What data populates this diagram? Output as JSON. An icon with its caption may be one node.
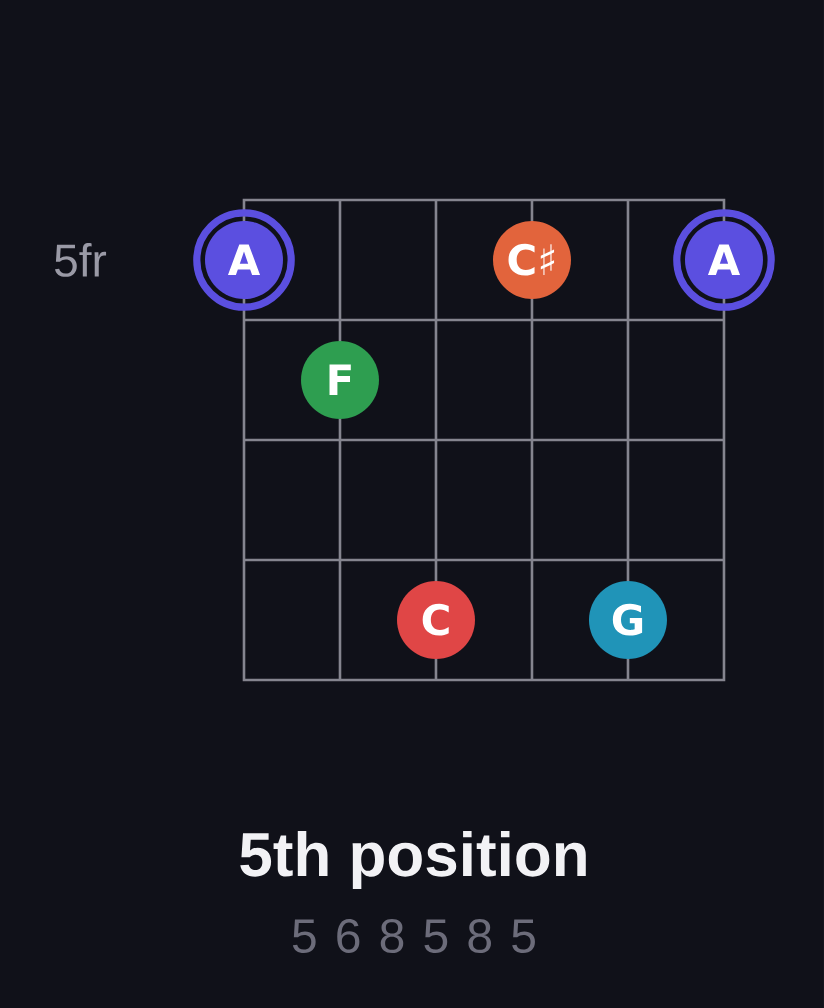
{
  "diagram": {
    "title": "5th position",
    "nodes": [
      {
        "text": [
          "A"
        ]
      },
      {
        "text": [
          "C♯"
        ]
      },
      {
        "text": [
          "A"
        ]
      },
      {
        "text": [
          "F"
        ]
      },
      {
        "text": [
          "C"
        ]
      },
      {
        "text": [
          "G"
        ]
      }
    ],
    "labels": [
      "5fr",
      "5 6 8 5 8 5"
    ]
  }
}
